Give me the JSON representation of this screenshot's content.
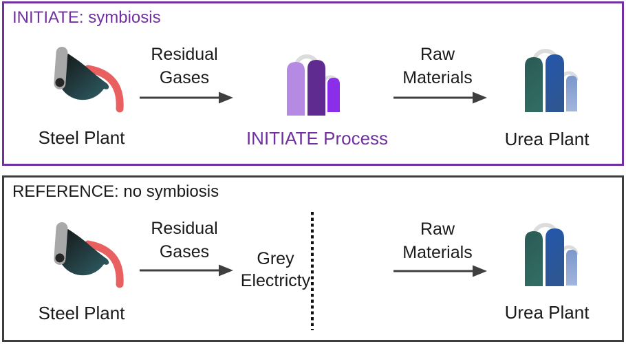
{
  "colors": {
    "panel_initiate_border": "#7030a0",
    "panel_reference_border": "#3d3d3d",
    "initiate_text": "#7030a0",
    "body_text": "#1a1a1a",
    "arrow": "#3f3f3f",
    "steel_body_dark": "#141414",
    "steel_body_teal": "#2f6068",
    "steel_chimney": "#a8a8a8",
    "steel_chimney_cap": "#262626",
    "molten_pour": "#e96060",
    "pipe": "#dcdcdc",
    "initiate_col_light": "#b58ae3",
    "initiate_col_dark": "#5f2b90",
    "initiate_col_bright": "#8a2ee9",
    "urea_col_teal_top": "#2a5a55",
    "urea_col_teal_bottom": "#316b62",
    "urea_col_blue_top": "#2456ab",
    "urea_col_blue_bottom": "#2d5692",
    "urea_col_light_top": "#7b97cd",
    "urea_col_light_bottom": "#a3b5dc"
  },
  "icons": {
    "steel_plant": "steel-ladle-pouring-icon",
    "initiate_process": "purple-columns-icon",
    "urea_plant": "blue-columns-icon"
  },
  "initiate_panel": {
    "title": "INITIATE: symbiosis",
    "steel_plant_label": "Steel Plant",
    "residual_gases_line1": "Residual",
    "residual_gases_line2": "Gases",
    "process_label": "INITIATE Process",
    "raw_materials_line1": "Raw",
    "raw_materials_line2": "Materials",
    "urea_plant_label": "Urea Plant"
  },
  "reference_panel": {
    "title": "REFERENCE: no symbiosis",
    "steel_plant_label": "Steel Plant",
    "residual_gases_line1": "Residual",
    "residual_gases_line2": "Gases",
    "grey_electricity_line1": "Grey",
    "grey_electricity_line2": "Electricty",
    "raw_materials_line1": "Raw",
    "raw_materials_line2": "Materials",
    "urea_plant_label": "Urea Plant"
  }
}
